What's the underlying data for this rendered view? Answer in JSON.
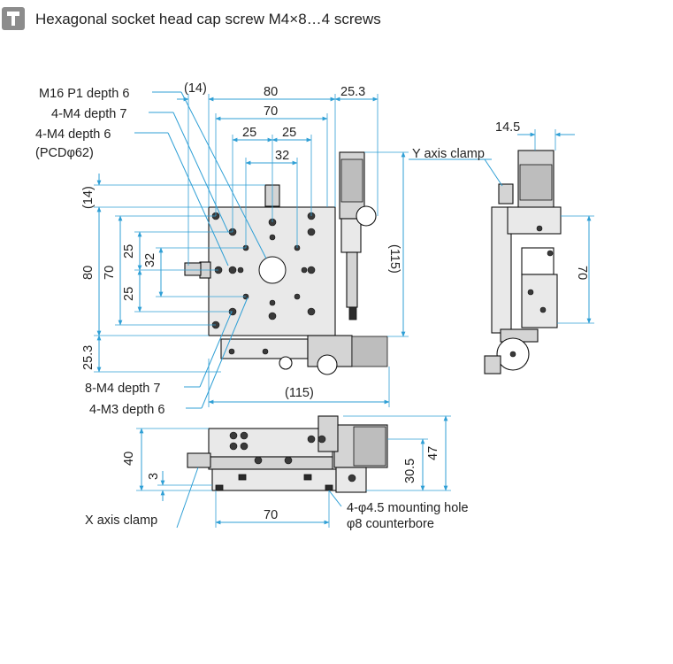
{
  "header": {
    "icon": "screw-icon",
    "title": "Hexagonal socket head cap screw M4×8…4 screws"
  },
  "top_view": {
    "labels": {
      "m16": "M16 P1 depth 6",
      "m4d7": "4-M4 depth 7",
      "m4d6": "4-M4 depth 6",
      "pcd": "(PCDφ62)",
      "m4x8": "8-M4 depth 7",
      "m3": "4-M3 depth 6"
    },
    "dims": {
      "d14_top": "(14)",
      "d80_top": "80",
      "d253_top": "25.3",
      "d70_top": "70",
      "d25_a": "25",
      "d25_b": "25",
      "d32_top": "32",
      "d14_left": "(14)",
      "d80_left": "80",
      "d70_left": "70",
      "d25_l1": "25",
      "d32_left": "32",
      "d25_l2": "25",
      "d253_left": "25.3",
      "d115_right": "(115)",
      "d115_bottom": "(115)"
    }
  },
  "side_view": {
    "labels": {
      "y_clamp": "Y axis clamp"
    },
    "dims": {
      "d145": "14.5",
      "d70": "70"
    }
  },
  "front_view": {
    "labels": {
      "x_clamp": "X axis clamp",
      "mount": "4-φ4.5 mounting hole",
      "counterbore": "φ8 counterbore"
    },
    "dims": {
      "d40": "40",
      "d3": "3",
      "d70": "70",
      "d305": "30.5",
      "d47": "47"
    }
  },
  "colors": {
    "dimension_line": "#2f9fd5",
    "outline": "#111111",
    "icon": "#8c8c8c"
  }
}
